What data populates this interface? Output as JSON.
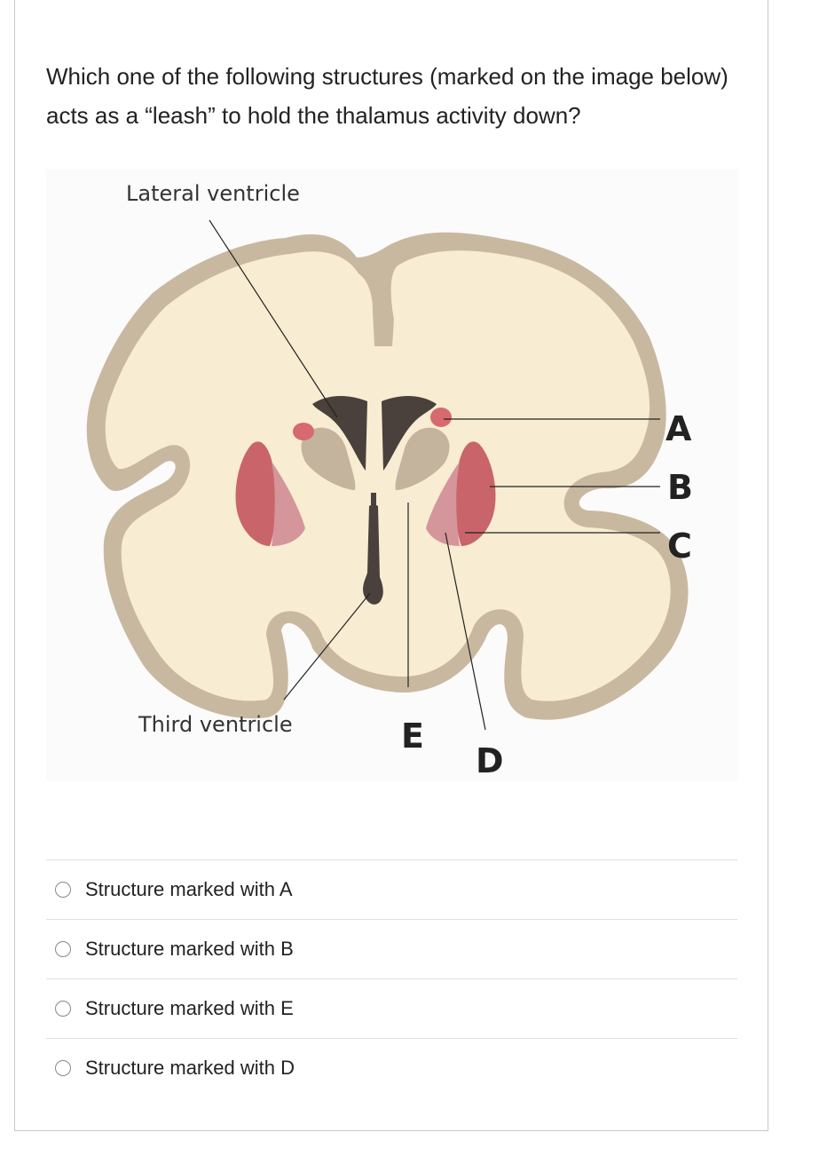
{
  "question": {
    "text": "Which one of the following structures (marked on the image below) acts as a “leash” to hold the thalamus activity down?"
  },
  "figure": {
    "labels": {
      "lateral_ventricle": "Lateral ventricle",
      "third_ventricle": "Third ventricle",
      "a": "A",
      "b": "B",
      "c": "C",
      "d": "D",
      "e": "E"
    },
    "colors": {
      "cortex": "#c9b8a0",
      "white_matter": "#f8ecd2",
      "ventricle": "#4a403c",
      "caudate": "#c4b49e",
      "putamen": "#c9656a",
      "globus_pallidus": "#d4959b",
      "small_nucleus": "#d66a6f"
    }
  },
  "options": [
    {
      "label": "Structure marked with A"
    },
    {
      "label": "Structure marked with B"
    },
    {
      "label": "Structure marked with E"
    },
    {
      "label": "Structure marked with D"
    }
  ]
}
